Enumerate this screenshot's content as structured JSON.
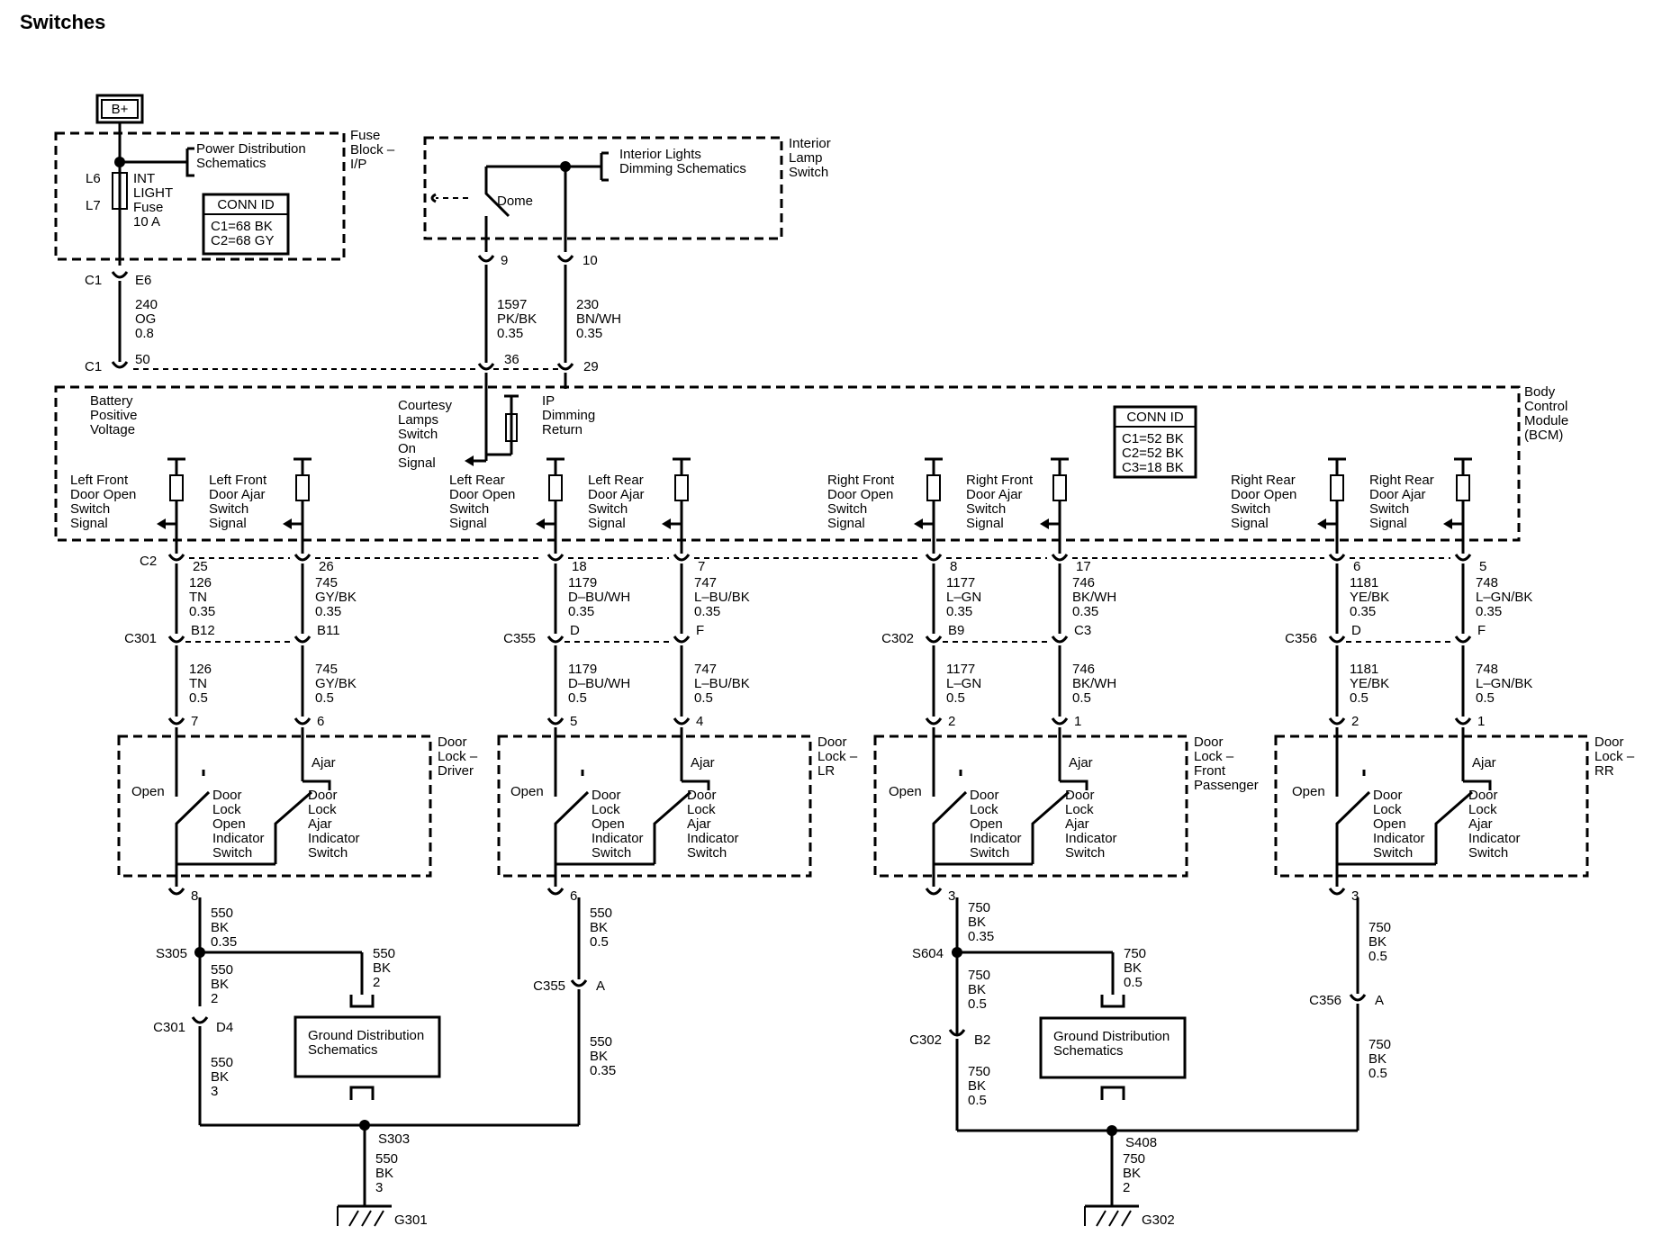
{
  "title": "Switches",
  "top": {
    "bplus": "B+",
    "fuse_block": [
      "Fuse",
      "Block –",
      "I/P"
    ],
    "power_dist": [
      "Power Distribution",
      "Schematics"
    ],
    "fuse_locs": [
      "L6",
      "L7"
    ],
    "fuse_name": [
      "INT",
      "LIGHT",
      "Fuse",
      "10 A"
    ],
    "fuse_conn_title": "CONN ID",
    "fuse_conn_lines": [
      "C1=68 BK",
      "C2=68 GY"
    ],
    "int_lamp_switch": [
      "Interior",
      "Lamp",
      "Switch"
    ],
    "dimming": [
      "Interior Lights",
      "Dimming Schematics"
    ],
    "dome": "Dome",
    "pin_9": "9",
    "pin_10": "10",
    "c1_top": "C1",
    "e6": "E6",
    "c1_bcm": "C1",
    "pin_50": "50",
    "pin_36": "36",
    "pin_29": "29",
    "wire_240": [
      "240",
      "OG",
      "0.8"
    ],
    "wire_1597": [
      "1597",
      "PK/BK",
      "0.35"
    ],
    "wire_230": [
      "230",
      "BN/WH",
      "0.35"
    ]
  },
  "bcm": {
    "name": [
      "Body",
      "Control",
      "Module",
      "(BCM)"
    ],
    "conn_title": "CONN ID",
    "conn_lines": [
      "C1=52 BK",
      "C2=52 BK",
      "C3=18 BK"
    ],
    "battery": [
      "Battery",
      "Positive",
      "Voltage"
    ],
    "courtesy": [
      "Courtesy",
      "Lamps",
      "Switch",
      "On",
      "Signal"
    ],
    "ip_dimming": [
      "IP",
      "Dimming",
      "Return"
    ],
    "c2": "C2"
  },
  "signals": [
    [
      "Left Front",
      "Door Open",
      "Switch",
      "Signal"
    ],
    [
      "Left Front",
      "Door Ajar",
      "Switch",
      "Signal"
    ],
    [
      "Left Rear",
      "Door Open",
      "Switch",
      "Signal"
    ],
    [
      "Left Rear",
      "Door Ajar",
      "Switch",
      "Signal"
    ],
    [
      "Right Front",
      "Door Open",
      "Switch",
      "Signal"
    ],
    [
      "Right Front",
      "Door Ajar",
      "Switch",
      "Signal"
    ],
    [
      "Right Rear",
      "Door Open",
      "Switch",
      "Signal"
    ],
    [
      "Right Rear",
      "Door Ajar",
      "Switch",
      "Signal"
    ]
  ],
  "bcm_pins": [
    "25",
    "26",
    "18",
    "7",
    "8",
    "17",
    "6",
    "5"
  ],
  "upper_wires": [
    [
      "126",
      "TN",
      "0.35"
    ],
    [
      "745",
      "GY/BK",
      "0.35"
    ],
    [
      "1179",
      "D–BU/WH",
      "0.35"
    ],
    [
      "747",
      "L–BU/BK",
      "0.35"
    ],
    [
      "1177",
      "L–GN",
      "0.35"
    ],
    [
      "746",
      "BK/WH",
      "0.35"
    ],
    [
      "1181",
      "YE/BK",
      "0.35"
    ],
    [
      "748",
      "L–GN/BK",
      "0.35"
    ]
  ],
  "inline_names": [
    "C301",
    "C355",
    "C302",
    "C356"
  ],
  "inline_pins": [
    "B12",
    "B11",
    "D",
    "F",
    "B9",
    "C3",
    "D",
    "F"
  ],
  "lower_wires": [
    [
      "126",
      "TN",
      "0.5"
    ],
    [
      "745",
      "GY/BK",
      "0.5"
    ],
    [
      "1179",
      "D–BU/WH",
      "0.5"
    ],
    [
      "747",
      "L–BU/BK",
      "0.5"
    ],
    [
      "1177",
      "L–GN",
      "0.5"
    ],
    [
      "746",
      "BK/WH",
      "0.5"
    ],
    [
      "1181",
      "YE/BK",
      "0.5"
    ],
    [
      "748",
      "L–GN/BK",
      "0.5"
    ]
  ],
  "switch_pins": [
    "7",
    "6",
    "5",
    "4",
    "2",
    "1",
    "2",
    "1"
  ],
  "door_locks": [
    {
      "name": [
        "Door",
        "Lock –",
        "Driver"
      ],
      "ground_pin": "8"
    },
    {
      "name": [
        "Door",
        "Lock –",
        "LR"
      ],
      "ground_pin": "6"
    },
    {
      "name": [
        "Door",
        "Lock –",
        "Front",
        "Passenger"
      ],
      "ground_pin": "3"
    },
    {
      "name": [
        "Door",
        "Lock –",
        "RR"
      ],
      "ground_pin": "3"
    }
  ],
  "switch_text": {
    "open": "Open",
    "ajar": "Ajar",
    "open_switch": [
      "Door",
      "Lock",
      "Open",
      "Indicator",
      "Switch"
    ],
    "ajar_switch": [
      "Door",
      "Lock",
      "Ajar",
      "Indicator",
      "Switch"
    ]
  },
  "ground_left": {
    "w550_035": [
      "550",
      "BK",
      "0.35"
    ],
    "splice_s305": "S305",
    "w550_2a": [
      "550",
      "BK",
      "2"
    ],
    "w550_2b": [
      "550",
      "BK",
      "2"
    ],
    "c301": "C301",
    "d4": "D4",
    "w550_3a": [
      "550",
      "BK",
      "3"
    ],
    "gnd_dist": [
      "Ground Distribution",
      "Schematics"
    ],
    "w550_05": [
      "550",
      "BK",
      "0.5"
    ],
    "c355": "C355",
    "a": "A",
    "w550_035b": [
      "550",
      "BK",
      "0.35"
    ],
    "splice_s303": "S303",
    "w550_3b": [
      "550",
      "BK",
      "3"
    ],
    "g301": "G301"
  },
  "ground_right": {
    "w750_035": [
      "750",
      "BK",
      "0.35"
    ],
    "splice_s604": "S604",
    "w750_05a": [
      "750",
      "BK",
      "0.5"
    ],
    "w750_05b": [
      "750",
      "BK",
      "0.5"
    ],
    "c302": "C302",
    "b2": "B2",
    "w750_05c": [
      "750",
      "BK",
      "0.5"
    ],
    "gnd_dist": [
      "Ground Distribution",
      "Schematics"
    ],
    "w750_05d": [
      "750",
      "BK",
      "0.5"
    ],
    "c356": "C356",
    "a": "A",
    "w750_05e": [
      "750",
      "BK",
      "0.5"
    ],
    "splice_s408": "S408",
    "w750_2": [
      "750",
      "BK",
      "2"
    ],
    "g302": "G302"
  }
}
